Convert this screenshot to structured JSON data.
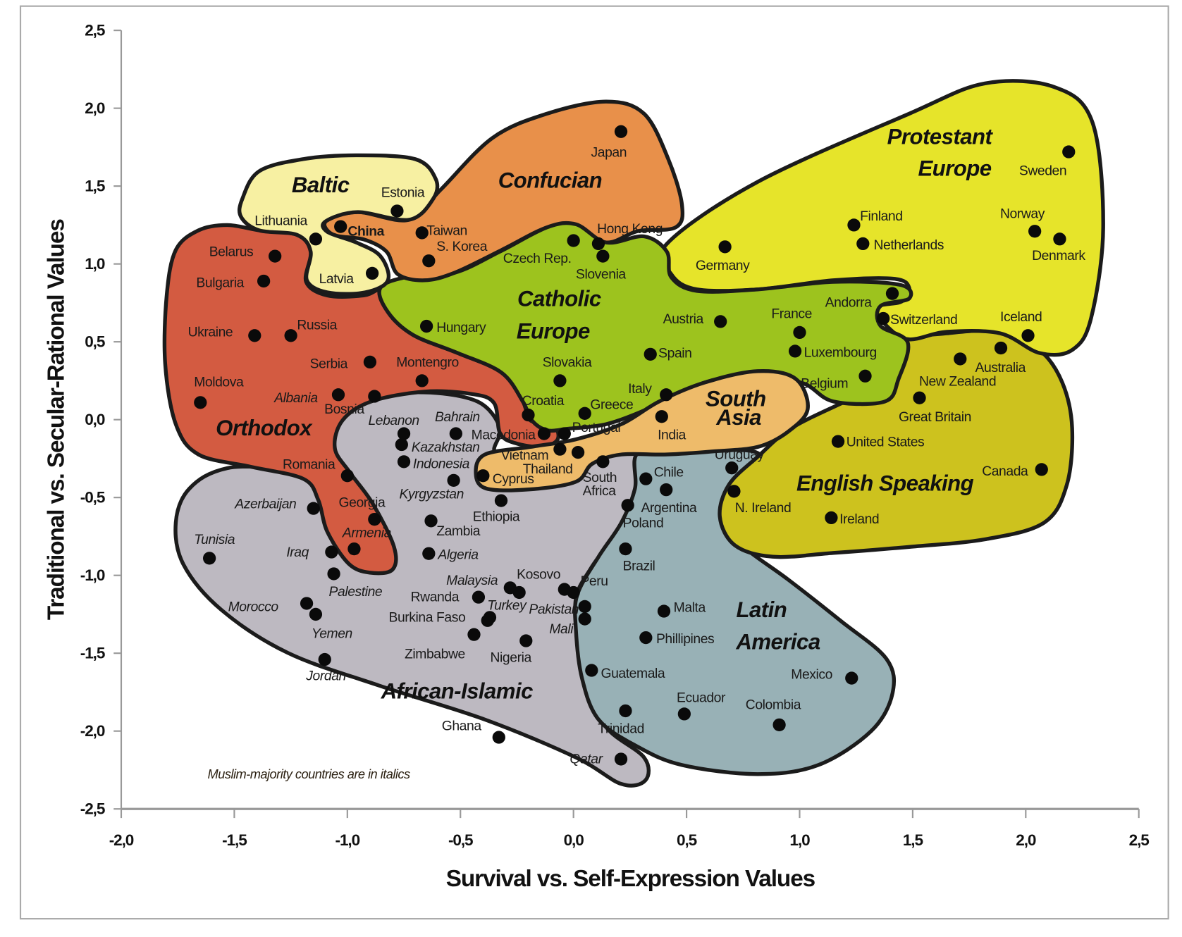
{
  "chart_data": {
    "type": "scatter",
    "title": "",
    "xlabel": "Survival vs. Self-Expression Values",
    "ylabel": "Traditional vs. Secular-Rational Values",
    "xlim": [
      -2.0,
      2.5
    ],
    "ylim": [
      -2.5,
      2.5
    ],
    "xticks": [
      -2.0,
      -1.5,
      -1.0,
      -0.5,
      0.0,
      0.5,
      1.0,
      1.5,
      2.0,
      2.5
    ],
    "xtick_labels": [
      "-2,0",
      "-1,5",
      "-1,0",
      "-0,5",
      "0,0",
      "0,5",
      "1,0",
      "1,5",
      "2,0",
      "2,5"
    ],
    "yticks": [
      2.5,
      2.0,
      1.5,
      1.0,
      0.5,
      0.0,
      -0.5,
      -1.0,
      -1.5,
      -2.0,
      -2.5
    ],
    "ytick_labels": [
      "2,5",
      "2,0",
      "1,5",
      "1,0",
      "0,5",
      "0,0",
      "-0,5",
      "-1,0",
      "-1,5",
      "-2,0",
      "-2,5"
    ],
    "grid": false,
    "note": "Muslim-majority countries are in italics",
    "regions": [
      {
        "id": "african-islamic",
        "name": "African-Islamic",
        "color": "#bdb9c1"
      },
      {
        "id": "latin-america",
        "name": "Latin America",
        "color": "#98b1b6"
      },
      {
        "id": "english-speaking",
        "name": "English Speaking",
        "color": "#cdc21e"
      },
      {
        "id": "orthodox",
        "name": "Orthodox",
        "color": "#d35b41"
      },
      {
        "id": "protestant-europe",
        "name": "Protestant Europe",
        "color": "#e6e42a"
      },
      {
        "id": "catholic-europe",
        "name": "Catholic Europe",
        "color": "#9dc31e"
      },
      {
        "id": "confucian",
        "name": "Confucian",
        "color": "#e8904a"
      },
      {
        "id": "baltic",
        "name": "Baltic",
        "color": "#f7f0a2"
      },
      {
        "id": "south-asia",
        "name": "South Asia",
        "color": "#eebb6a"
      }
    ],
    "points": [
      {
        "name": "Japan",
        "x": 0.21,
        "y": 1.85
      },
      {
        "name": "Estonia",
        "x": -0.78,
        "y": 1.34
      },
      {
        "name": "Lithuania",
        "x": -1.14,
        "y": 1.16
      },
      {
        "name": "China",
        "x": -1.03,
        "y": 1.24
      },
      {
        "name": "Taiwan",
        "x": -0.67,
        "y": 1.2
      },
      {
        "name": "S. Korea",
        "x": -0.64,
        "y": 1.02
      },
      {
        "name": "Latvia",
        "x": -0.89,
        "y": 0.94
      },
      {
        "name": "Hong Kong",
        "x": 0.11,
        "y": 1.13
      },
      {
        "name": "Czech Rep.",
        "x": 0.0,
        "y": 1.15
      },
      {
        "name": "Slovenia",
        "x": 0.13,
        "y": 1.05
      },
      {
        "name": "Belarus",
        "x": -1.32,
        "y": 1.05
      },
      {
        "name": "Bulgaria",
        "x": -1.37,
        "y": 0.89
      },
      {
        "name": "Ukraine",
        "x": -1.41,
        "y": 0.54
      },
      {
        "name": "Russia",
        "x": -1.25,
        "y": 0.54
      },
      {
        "name": "Serbia",
        "x": -0.9,
        "y": 0.37
      },
      {
        "name": "Montengro",
        "x": -0.67,
        "y": 0.25
      },
      {
        "name": "Moldova",
        "x": -1.65,
        "y": 0.11
      },
      {
        "name": "Albania",
        "x": -1.04,
        "y": 0.16,
        "italic": true
      },
      {
        "name": "Bosnia",
        "x": -0.88,
        "y": 0.15
      },
      {
        "name": "Hungary",
        "x": -0.65,
        "y": 0.6
      },
      {
        "name": "Slovakia",
        "x": -0.06,
        "y": 0.25
      },
      {
        "name": "Croatia",
        "x": -0.2,
        "y": 0.03
      },
      {
        "name": "Greece",
        "x": 0.05,
        "y": 0.04
      },
      {
        "name": "Austria",
        "x": 0.65,
        "y": 0.63
      },
      {
        "name": "Spain",
        "x": 0.34,
        "y": 0.42
      },
      {
        "name": "Italy",
        "x": 0.41,
        "y": 0.16
      },
      {
        "name": "Germany",
        "x": 0.67,
        "y": 1.11
      },
      {
        "name": "Finland",
        "x": 1.24,
        "y": 1.25
      },
      {
        "name": "Netherlands",
        "x": 1.28,
        "y": 1.13
      },
      {
        "name": "Sweden",
        "x": 2.19,
        "y": 1.72
      },
      {
        "name": "Norway",
        "x": 2.04,
        "y": 1.21
      },
      {
        "name": "Denmark",
        "x": 2.15,
        "y": 1.16
      },
      {
        "name": "Andorra",
        "x": 1.41,
        "y": 0.81
      },
      {
        "name": "Switzerland",
        "x": 1.37,
        "y": 0.65
      },
      {
        "name": "France",
        "x": 1.0,
        "y": 0.56
      },
      {
        "name": "Luxembourg",
        "x": 0.98,
        "y": 0.44
      },
      {
        "name": "Belgium",
        "x": 1.29,
        "y": 0.28
      },
      {
        "name": "Iceland",
        "x": 2.01,
        "y": 0.54
      },
      {
        "name": "Australia",
        "x": 1.89,
        "y": 0.46
      },
      {
        "name": "New Zealand",
        "x": 1.71,
        "y": 0.39
      },
      {
        "name": "Great Britain",
        "x": 1.53,
        "y": 0.14
      },
      {
        "name": "United States",
        "x": 1.17,
        "y": -0.14
      },
      {
        "name": "Canada",
        "x": 2.07,
        "y": -0.32
      },
      {
        "name": "Ireland",
        "x": 1.14,
        "y": -0.63
      },
      {
        "name": "N. Ireland",
        "x": 0.71,
        "y": -0.46
      },
      {
        "name": "Uruguay",
        "x": 0.7,
        "y": -0.31
      },
      {
        "name": "India",
        "x": 0.39,
        "y": 0.02
      },
      {
        "name": "Chile",
        "x": 0.32,
        "y": -0.38
      },
      {
        "name": "Argentina",
        "x": 0.41,
        "y": -0.45
      },
      {
        "name": "Poland",
        "x": 0.24,
        "y": -0.55
      },
      {
        "name": "Brazil",
        "x": 0.23,
        "y": -0.83
      },
      {
        "name": "South Africa",
        "x": 0.13,
        "y": -0.27
      },
      {
        "name": "Macedonia",
        "x": -0.13,
        "y": -0.09
      },
      {
        "name": "Portugal",
        "x": -0.04,
        "y": -0.09
      },
      {
        "name": "Vietnam",
        "x": -0.06,
        "y": -0.19
      },
      {
        "name": "Thailand",
        "x": 0.02,
        "y": -0.21
      },
      {
        "name": "Cyprus",
        "x": -0.4,
        "y": -0.36
      },
      {
        "name": "Lebanon",
        "x": -0.75,
        "y": -0.09,
        "italic": true
      },
      {
        "name": "Bahrain",
        "x": -0.52,
        "y": -0.09,
        "italic": true
      },
      {
        "name": "Kazakhstan",
        "x": -0.76,
        "y": -0.16,
        "italic": true
      },
      {
        "name": "Indonesia",
        "x": -0.75,
        "y": -0.27,
        "italic": true
      },
      {
        "name": "Kyrgyzstan",
        "x": -0.53,
        "y": -0.39,
        "italic": true
      },
      {
        "name": "Ethiopia",
        "x": -0.32,
        "y": -0.52
      },
      {
        "name": "Romania",
        "x": -1.0,
        "y": -0.36
      },
      {
        "name": "Georgia",
        "x": -0.88,
        "y": -0.64
      },
      {
        "name": "Armenia",
        "x": -0.97,
        "y": -0.83,
        "italic": true
      },
      {
        "name": "Azerbaijan",
        "x": -1.15,
        "y": -0.57,
        "italic": true
      },
      {
        "name": "Zambia",
        "x": -0.63,
        "y": -0.65
      },
      {
        "name": "Algeria",
        "x": -0.64,
        "y": -0.86,
        "italic": true
      },
      {
        "name": "Tunisia",
        "x": -1.61,
        "y": -0.89,
        "italic": true
      },
      {
        "name": "Iraq",
        "x": -1.07,
        "y": -0.85,
        "italic": true
      },
      {
        "name": "Palestine",
        "x": -1.06,
        "y": -0.99,
        "italic": true
      },
      {
        "name": "Morocco",
        "x": -1.18,
        "y": -1.18,
        "italic": true
      },
      {
        "name": "Yemen",
        "x": -1.14,
        "y": -1.25,
        "italic": true
      },
      {
        "name": "Jordan",
        "x": -1.1,
        "y": -1.54,
        "italic": true
      },
      {
        "name": "Malaysia",
        "x": -0.28,
        "y": -1.08,
        "italic": true
      },
      {
        "name": "Kosovo",
        "x": -0.24,
        "y": -1.11
      },
      {
        "name": "Rwanda",
        "x": -0.42,
        "y": -1.14
      },
      {
        "name": "Turkey",
        "x": -0.37,
        "y": -1.27,
        "italic": true
      },
      {
        "name": "Burkina Faso",
        "x": -0.38,
        "y": -1.29
      },
      {
        "name": "Zimbabwe",
        "x": -0.44,
        "y": -1.38
      },
      {
        "name": "Nigeria",
        "x": -0.21,
        "y": -1.42
      },
      {
        "name": "Peru",
        "x": 0.0,
        "y": -1.11
      },
      {
        "name": "",
        "x": -0.04,
        "y": -1.09
      },
      {
        "name": "Pakistan",
        "x": 0.05,
        "y": -1.2,
        "italic": true
      },
      {
        "name": "Mali",
        "x": 0.05,
        "y": -1.28,
        "italic": true
      },
      {
        "name": "Malta",
        "x": 0.4,
        "y": -1.23
      },
      {
        "name": "Phillipines",
        "x": 0.32,
        "y": -1.4
      },
      {
        "name": "Guatemala",
        "x": 0.08,
        "y": -1.61
      },
      {
        "name": "Mexico",
        "x": 1.23,
        "y": -1.66
      },
      {
        "name": "Ecuador",
        "x": 0.49,
        "y": -1.89
      },
      {
        "name": "Colombia",
        "x": 0.91,
        "y": -1.96
      },
      {
        "name": "Trinidad",
        "x": 0.23,
        "y": -1.87
      },
      {
        "name": "Ghana",
        "x": -0.33,
        "y": -2.04
      },
      {
        "name": "Qatar",
        "x": 0.21,
        "y": -2.18,
        "italic": true
      }
    ]
  }
}
